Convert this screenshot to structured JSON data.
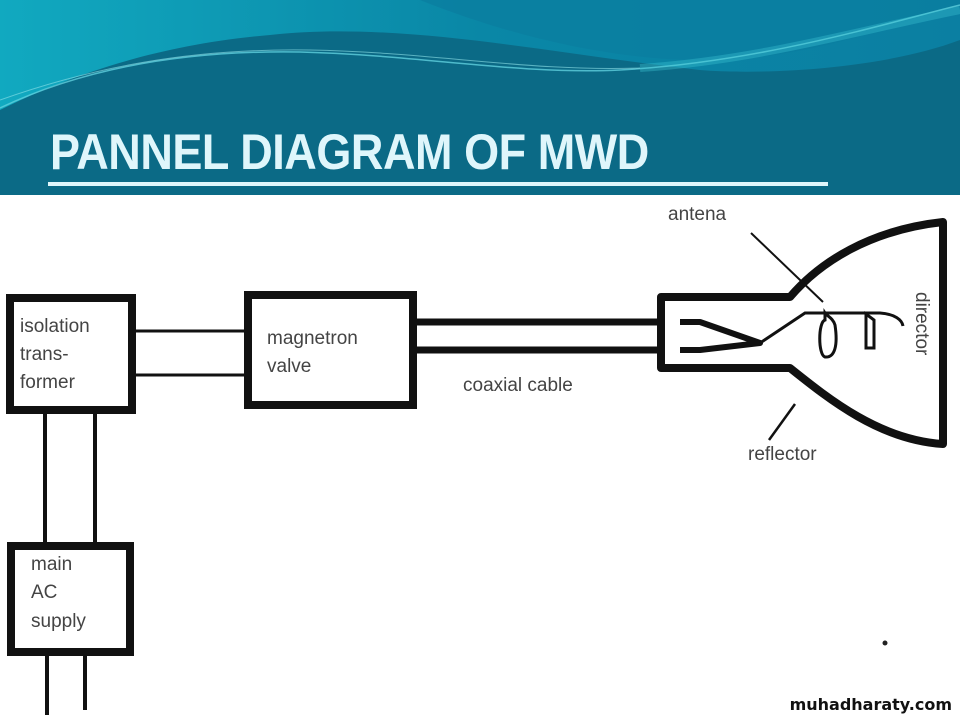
{
  "slide": {
    "title": "PANNEL DIAGRAM OF MWD",
    "theme_colors": {
      "header_dark": "#0b6a86",
      "header_light": "#11a9c0",
      "title_text": "#dff6fb"
    }
  },
  "diagram": {
    "blocks": {
      "isolation_transformer": [
        "isolation",
        "trans-",
        "former"
      ],
      "magnetron_valve": [
        "magnetron",
        "valve"
      ],
      "main_ac_supply": [
        "main",
        "AC",
        "supply"
      ]
    },
    "labels": {
      "coaxial_cable": "coaxial cable",
      "antena": "antena",
      "reflector": "reflector",
      "director": "director"
    }
  },
  "watermark": "muhadharaty.com"
}
